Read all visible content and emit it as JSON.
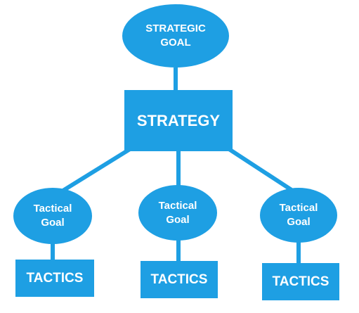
{
  "colors": {
    "node_fill": "#1e9fe3",
    "text": "#ffffff"
  },
  "strategic_goal": {
    "label": "STRATEGIC\nGOAL"
  },
  "strategy": {
    "label": "STRATEGY"
  },
  "branches": [
    {
      "tactical_goal": "Tactical\nGoal",
      "tactics": "TACTICS"
    },
    {
      "tactical_goal": "Tactical\nGoal",
      "tactics": "TACTICS"
    },
    {
      "tactical_goal": "Tactical\nGoal",
      "tactics": "TACTICS"
    }
  ]
}
